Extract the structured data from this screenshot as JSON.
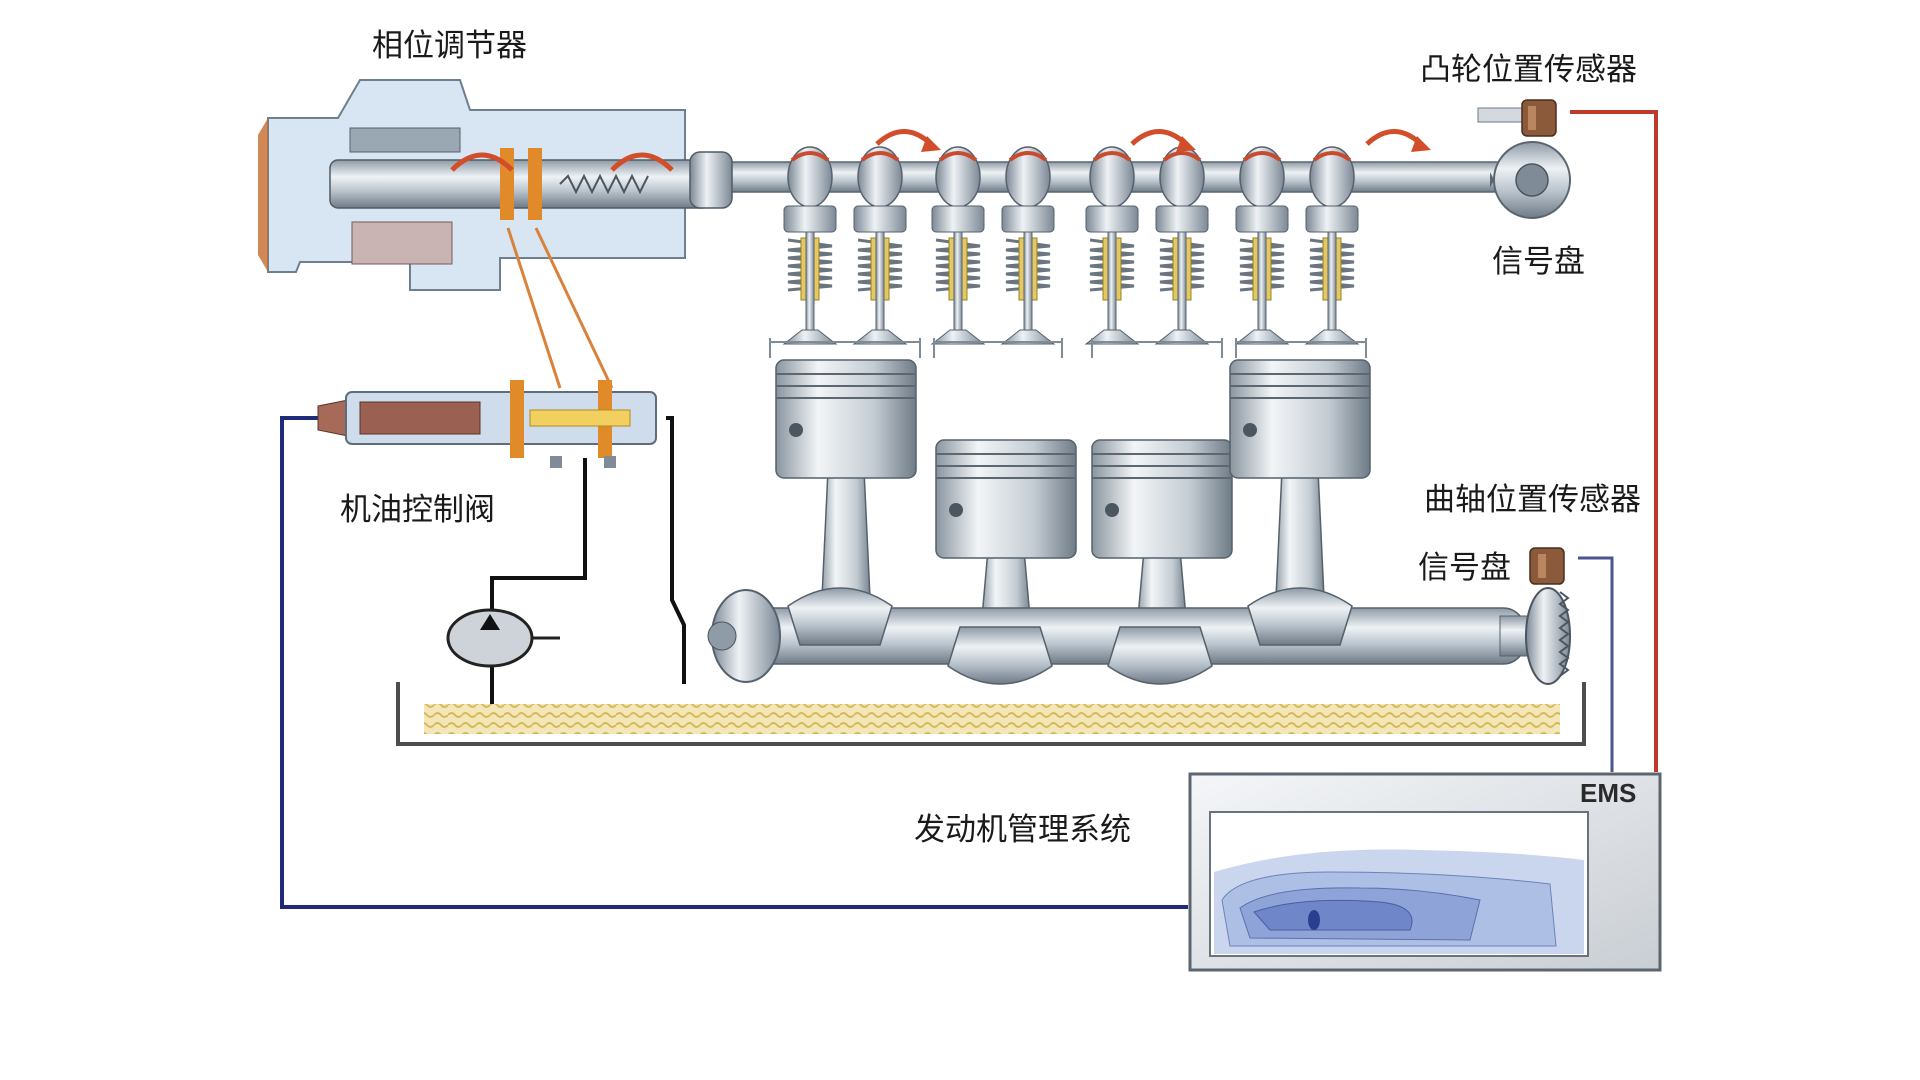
{
  "labels": {
    "phase_adjuster": "相位调节器",
    "cam_sensor": "凸轮位置传感器",
    "cam_signal_disc": "信号盘",
    "oil_control_valve": "机油控制阀",
    "crank_sensor": "曲轴位置传感器",
    "crank_signal_disc": "信号盘",
    "ems_full": "发动机管理系统",
    "ems": "EMS"
  },
  "colors": {
    "ems_wire": "#1e2a7a",
    "cam_sensor_wire": "#c0392b",
    "crank_sensor_wire": "#4a5590",
    "oil_line": "#d9823b",
    "oil_sump": "#e8d9a0",
    "metal": "#b8c2cc"
  }
}
